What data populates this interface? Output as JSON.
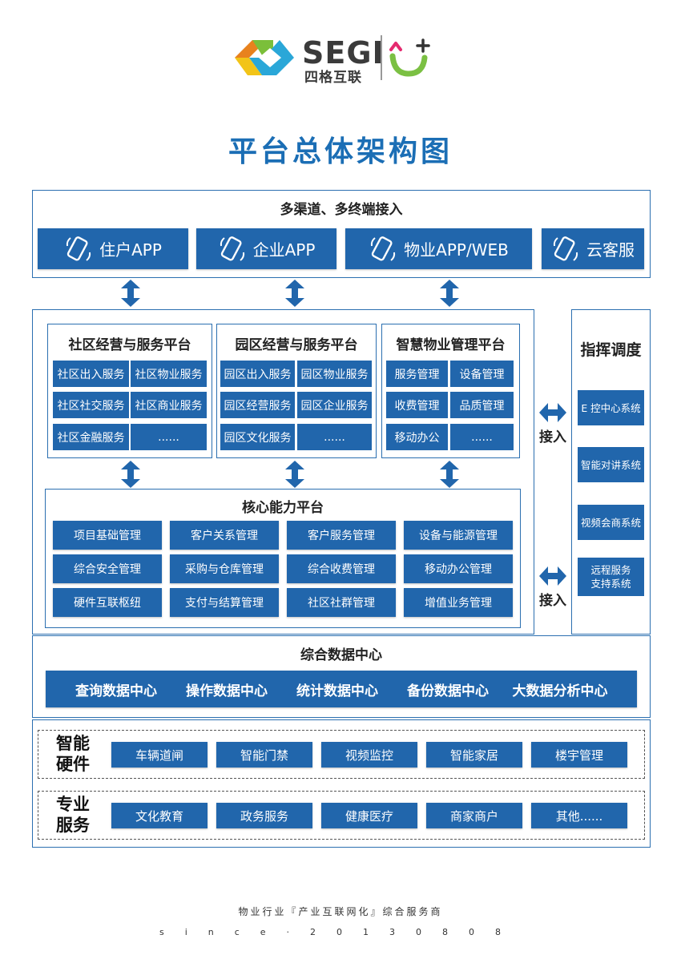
{
  "logo": {
    "brand": "SEGI",
    "brand_cn": "四格互联"
  },
  "title": "平台总体架构图",
  "channels": {
    "heading": "多渠道、多终端接入",
    "items": [
      "住户APP",
      "企业APP",
      "物业APP/WEB",
      "云客服"
    ]
  },
  "platforms": [
    {
      "heading": "社区经营与服务平台",
      "cells": [
        "社区出入服务",
        "社区物业服务",
        "社区社交服务",
        "社区商业服务",
        "社区金融服务",
        "......"
      ]
    },
    {
      "heading": "园区经营与服务平台",
      "cells": [
        "园区出入服务",
        "园区物业服务",
        "园区经营服务",
        "园区企业服务",
        "园区文化服务",
        "......"
      ]
    },
    {
      "heading": "智慧物业管理平台",
      "cells": [
        "服务管理",
        "设备管理",
        "收费管理",
        "品质管理",
        "移动办公",
        "......"
      ]
    }
  ],
  "core": {
    "heading": "核心能力平台",
    "cells": [
      "项目基础管理",
      "客户关系管理",
      "客户服务管理",
      "设备与能源管理",
      "综合安全管理",
      "采购与仓库管理",
      "综合收费管理",
      "移动办公管理",
      "硬件互联枢纽",
      "支付与结算管理",
      "社区社群管理",
      "增值业务管理"
    ]
  },
  "command": {
    "heading": "指挥调度",
    "items": [
      "E 控中心系统",
      "智能对讲系统",
      "视频会商系统",
      "远程服务\n支持系统"
    ]
  },
  "access_labels": [
    "接入",
    "接入"
  ],
  "data_center": {
    "heading": "综合数据中心",
    "items": [
      "查询数据中心",
      "操作数据中心",
      "统计数据中心",
      "备份数据中心",
      "大数据分析中心"
    ]
  },
  "hardware": {
    "label": "智能\n硬件",
    "items": [
      "车辆道闸",
      "智能门禁",
      "视频监控",
      "智能家居",
      "楼宇管理"
    ]
  },
  "services": {
    "label": "专业\n服务",
    "items": [
      "文化教育",
      "政务服务",
      "健康医疗",
      "商家商户",
      "其他......"
    ]
  },
  "footer": {
    "line1": "物业行业『产业互联网化』综合服务商",
    "line2": "since·20130808"
  },
  "colors": {
    "primary_blue": "#2166ac",
    "title_blue": "#1b6eb5",
    "frame_blue": "#2b6fb0"
  }
}
